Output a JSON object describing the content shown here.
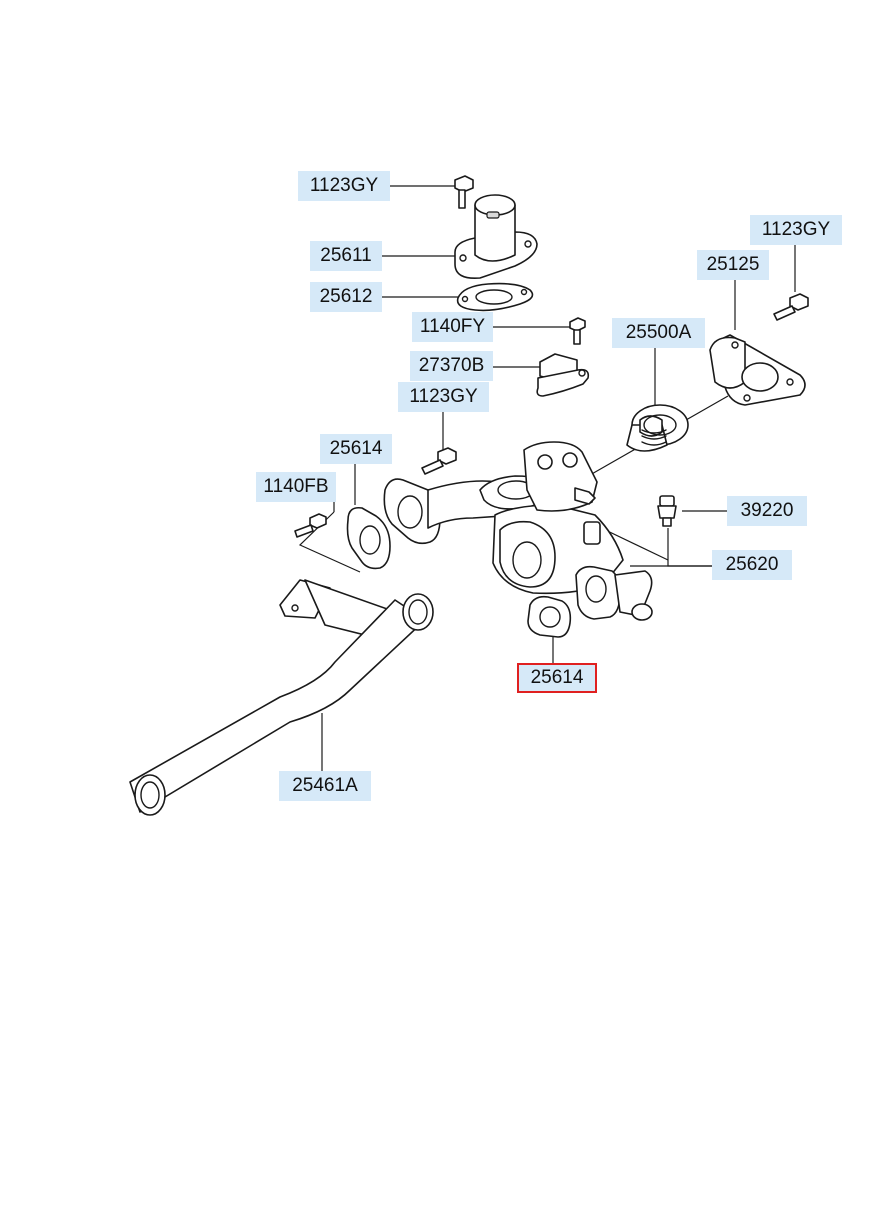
{
  "diagram": {
    "labels": {
      "bolt_top": "1123GY",
      "outlet_fitting": "25611",
      "outlet_gasket": "25612",
      "bolt_fy": "1140FY",
      "sensor_bracket": "27370B",
      "bolt_mid": "1123GY",
      "gasket_left": "25614",
      "bolt_fb": "1140FB",
      "bolt_right": "1123GY",
      "cover": "25125",
      "thermostat": "25500A",
      "temp_sensor": "39220",
      "housing": "25620",
      "gasket_bottom": "25614",
      "pipe": "25461A"
    },
    "selected_label": "gasket_bottom",
    "colors": {
      "label_bg": "#d6e9f8",
      "selected_border": "#e02020",
      "line": "#1a1a1a"
    }
  }
}
